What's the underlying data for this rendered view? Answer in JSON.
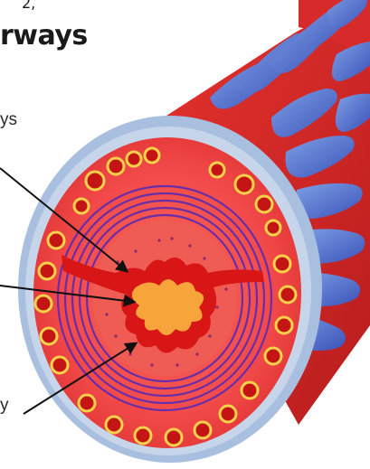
{
  "title_fragment": "rways",
  "top_fragment": "2,",
  "labels": {
    "label_top": "ys",
    "label_bottom": "y"
  },
  "colors": {
    "airway_wall": "#f23a3a",
    "outer_sheath": "#9fb4d8",
    "cartilage_blue": "#4b63c4",
    "muscle_purple": "#6a2da8",
    "lumen": "#f7a53a",
    "mucosa": "#d81616"
  }
}
